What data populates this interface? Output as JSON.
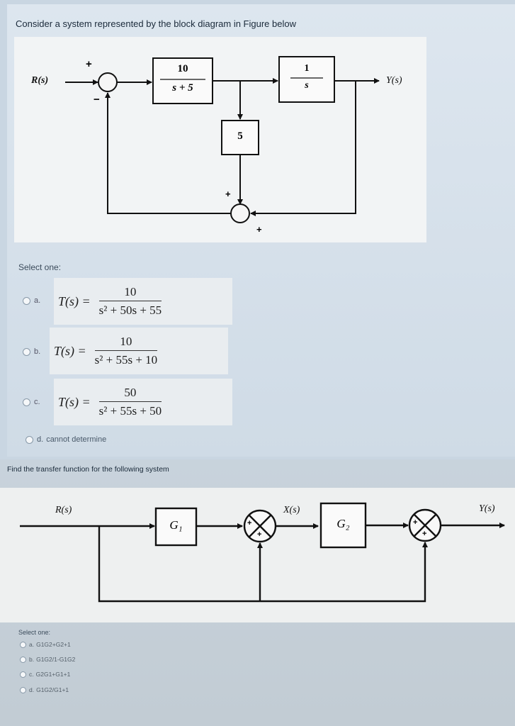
{
  "question1": {
    "prompt": "Consider a system represented by the block diagram in Figure below",
    "diagram": {
      "input_label": "R(s)",
      "output_label": "Y(s)",
      "block_1_num": "10",
      "block_1_den": "s + 5",
      "block_2_num": "1",
      "block_2_den": "s",
      "block_3": "5",
      "sum1_plus": "+",
      "sum1_minus": "−",
      "sum2_plus_top": "+",
      "sum2_plus_right": "+"
    },
    "select_label": "Select one:",
    "options": [
      {
        "letter": "a.",
        "lhs": "T(s) =",
        "num": "10",
        "den": "s² + 50s + 55"
      },
      {
        "letter": "b.",
        "lhs": "T(s) =",
        "num": "10",
        "den": "s² + 55s + 10"
      },
      {
        "letter": "c.",
        "lhs": "T(s) =",
        "num": "50",
        "den": "s² + 55s + 50"
      },
      {
        "letter": "d.",
        "text": "cannot determine"
      }
    ]
  },
  "question2": {
    "prompt": "Find the transfer function for the following system",
    "diagram": {
      "input_label": "R(s)",
      "mid_label": "X(s)",
      "output_label": "Y(s)",
      "block_1": "G₁",
      "block_2": "G₂",
      "sum_plus": "+"
    },
    "select_label": "Select one:",
    "options": [
      {
        "letter": "a.",
        "text": "G1G2+G2+1"
      },
      {
        "letter": "b.",
        "text": "G1G2/1-G1G2"
      },
      {
        "letter": "c.",
        "text": "G2G1+G1+1"
      },
      {
        "letter": "d.",
        "text": "G1G2/G1+1"
      }
    ]
  }
}
